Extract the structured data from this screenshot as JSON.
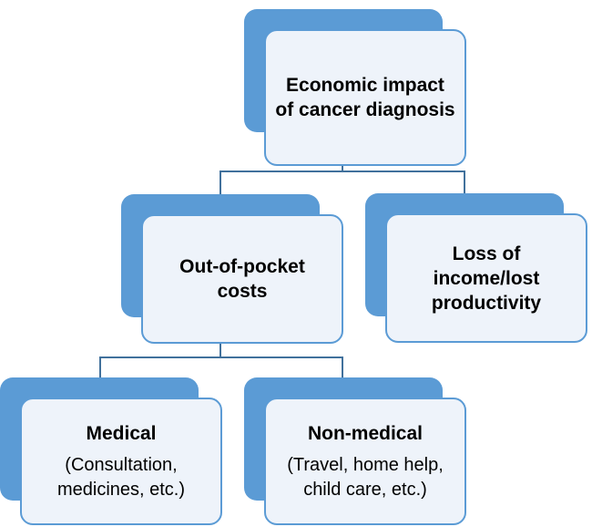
{
  "diagram": {
    "colors": {
      "shadow_fill": "#5b9bd5",
      "box_fill": "#eef3fa",
      "box_border": "#5b9bd5",
      "connector": "#41719c"
    },
    "nodes": {
      "root": {
        "title": "Economic impact\nof cancer diagnosis"
      },
      "out_of_pocket": {
        "title": "Out-of-pocket\ncosts"
      },
      "loss_of_income": {
        "title": "Loss of\nincome/lost\nproductivity"
      },
      "medical": {
        "title": "Medical",
        "subtitle": "(Consultation,\nmedicines, etc.)"
      },
      "non_medical": {
        "title": "Non-medical",
        "subtitle": "(Travel, home help,\nchild care, etc.)"
      }
    },
    "edges": [
      {
        "from": "root",
        "to": "out_of_pocket"
      },
      {
        "from": "root",
        "to": "loss_of_income"
      },
      {
        "from": "out_of_pocket",
        "to": "medical"
      },
      {
        "from": "out_of_pocket",
        "to": "non_medical"
      }
    ]
  }
}
